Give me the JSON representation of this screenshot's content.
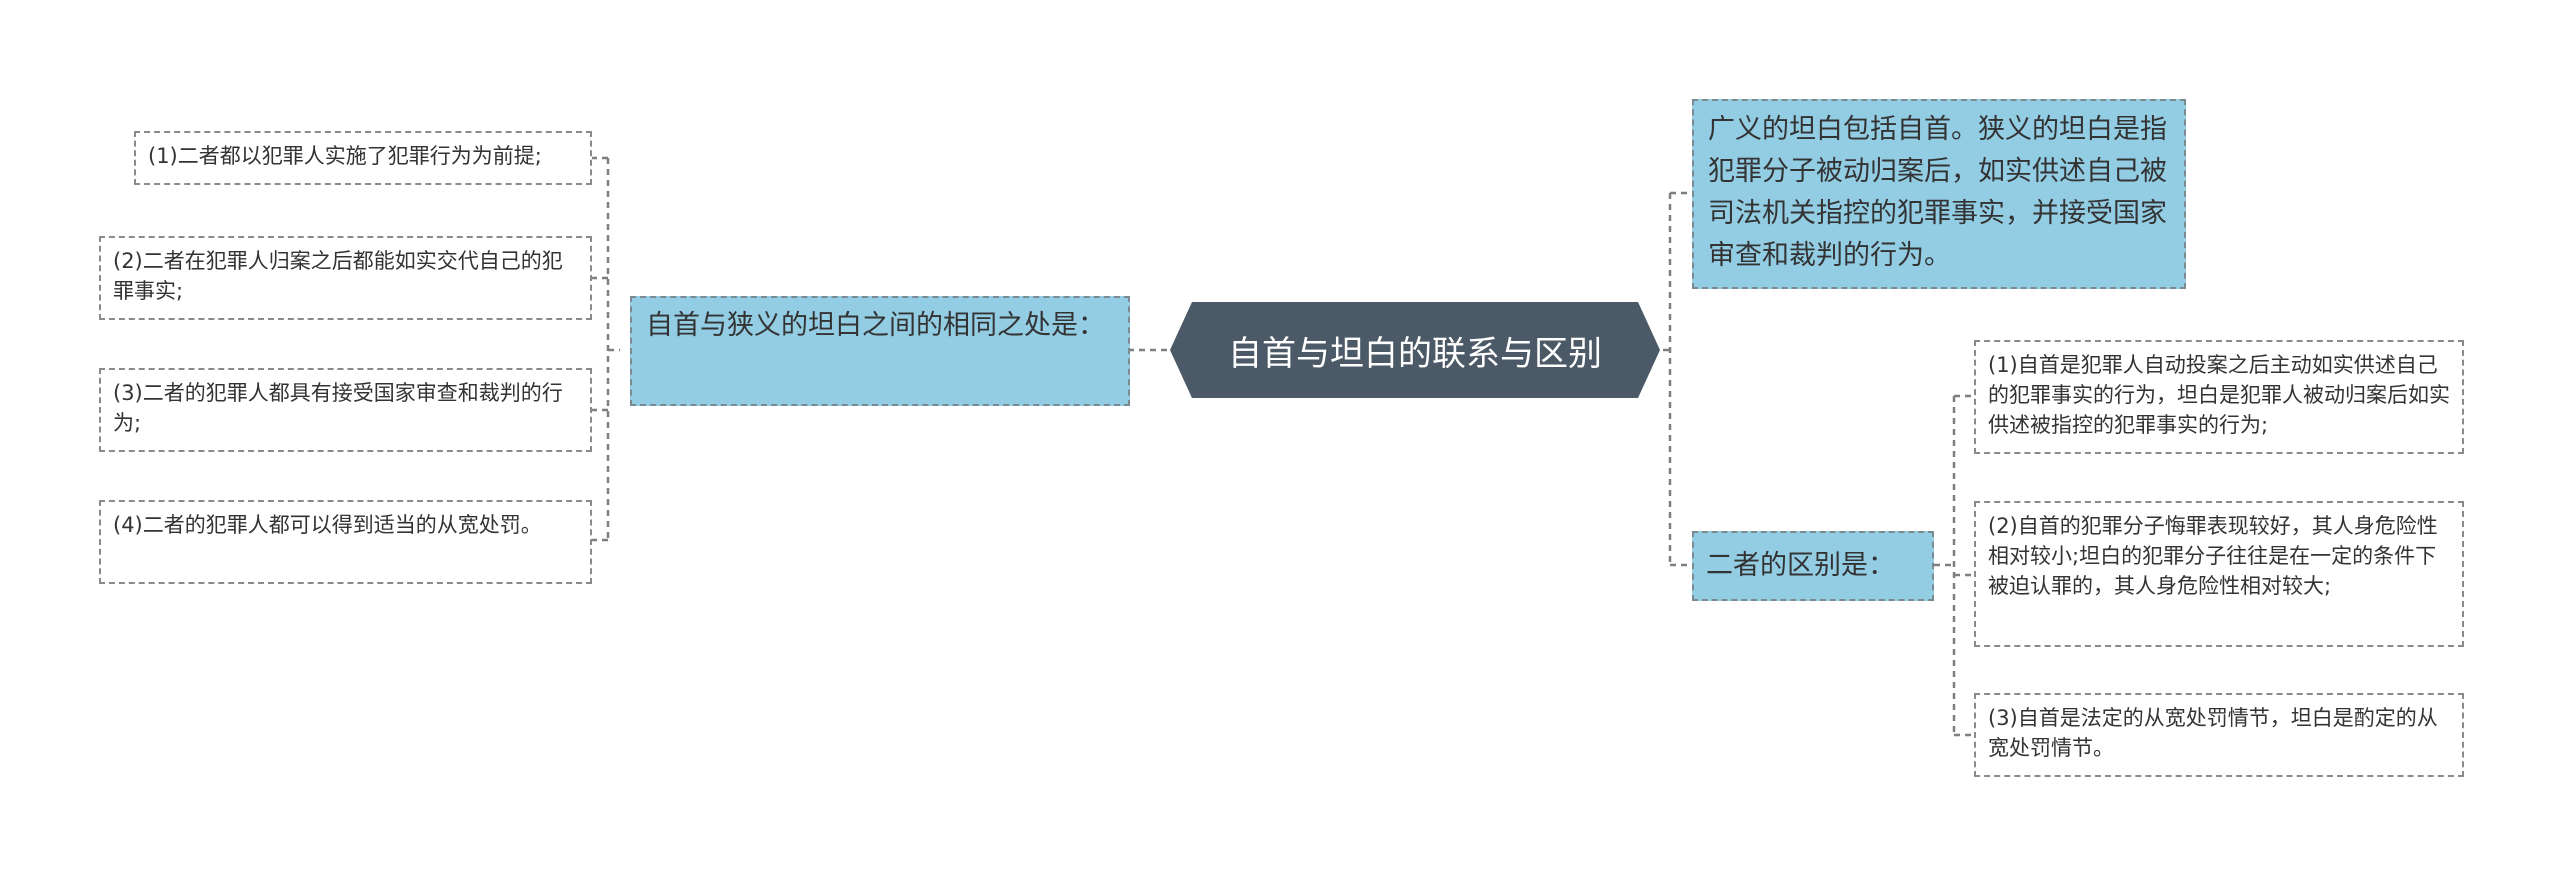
{
  "colors": {
    "root_fill": "#4b5a66",
    "branch_fill": "#93cde4",
    "leaf_fill": "#ffffff",
    "connector": "#7f7f7f",
    "text": "#333333"
  },
  "root": {
    "label": "自首与坦白的联系与区别"
  },
  "left_branch": {
    "label": "自首与狭义的坦白之间的相同之处是：",
    "items": [
      "(1)二者都以犯罪人实施了犯罪行为为前提;",
      "(2)二者在犯罪人归案之后都能如实交代自己的犯罪事实;",
      "(3)二者的犯罪人都具有接受国家审查和裁判的行为;",
      "(4)二者的犯罪人都可以得到适当的从宽处罚。"
    ]
  },
  "right_branches": {
    "definition": {
      "label": "广义的坦白包括自首。狭义的坦白是指犯罪分子被动归案后，如实供述自己被司法机关指控的犯罪事实，并接受国家审查和裁判的行为。"
    },
    "difference": {
      "label": "二者的区别是：",
      "items": [
        "(1)自首是犯罪人自动投案之后主动如实供述自己的犯罪事实的行为，坦白是犯罪人被动归案后如实供述被指控的犯罪事实的行为;",
        "(2)自首的犯罪分子悔罪表现较好，其人身危险性相对较小;坦白的犯罪分子往往是在一定的条件下被迫认罪的，其人身危险性相对较大;",
        "(3)自首是法定的从宽处罚情节，坦白是酌定的从宽处罚情节。"
      ]
    }
  }
}
